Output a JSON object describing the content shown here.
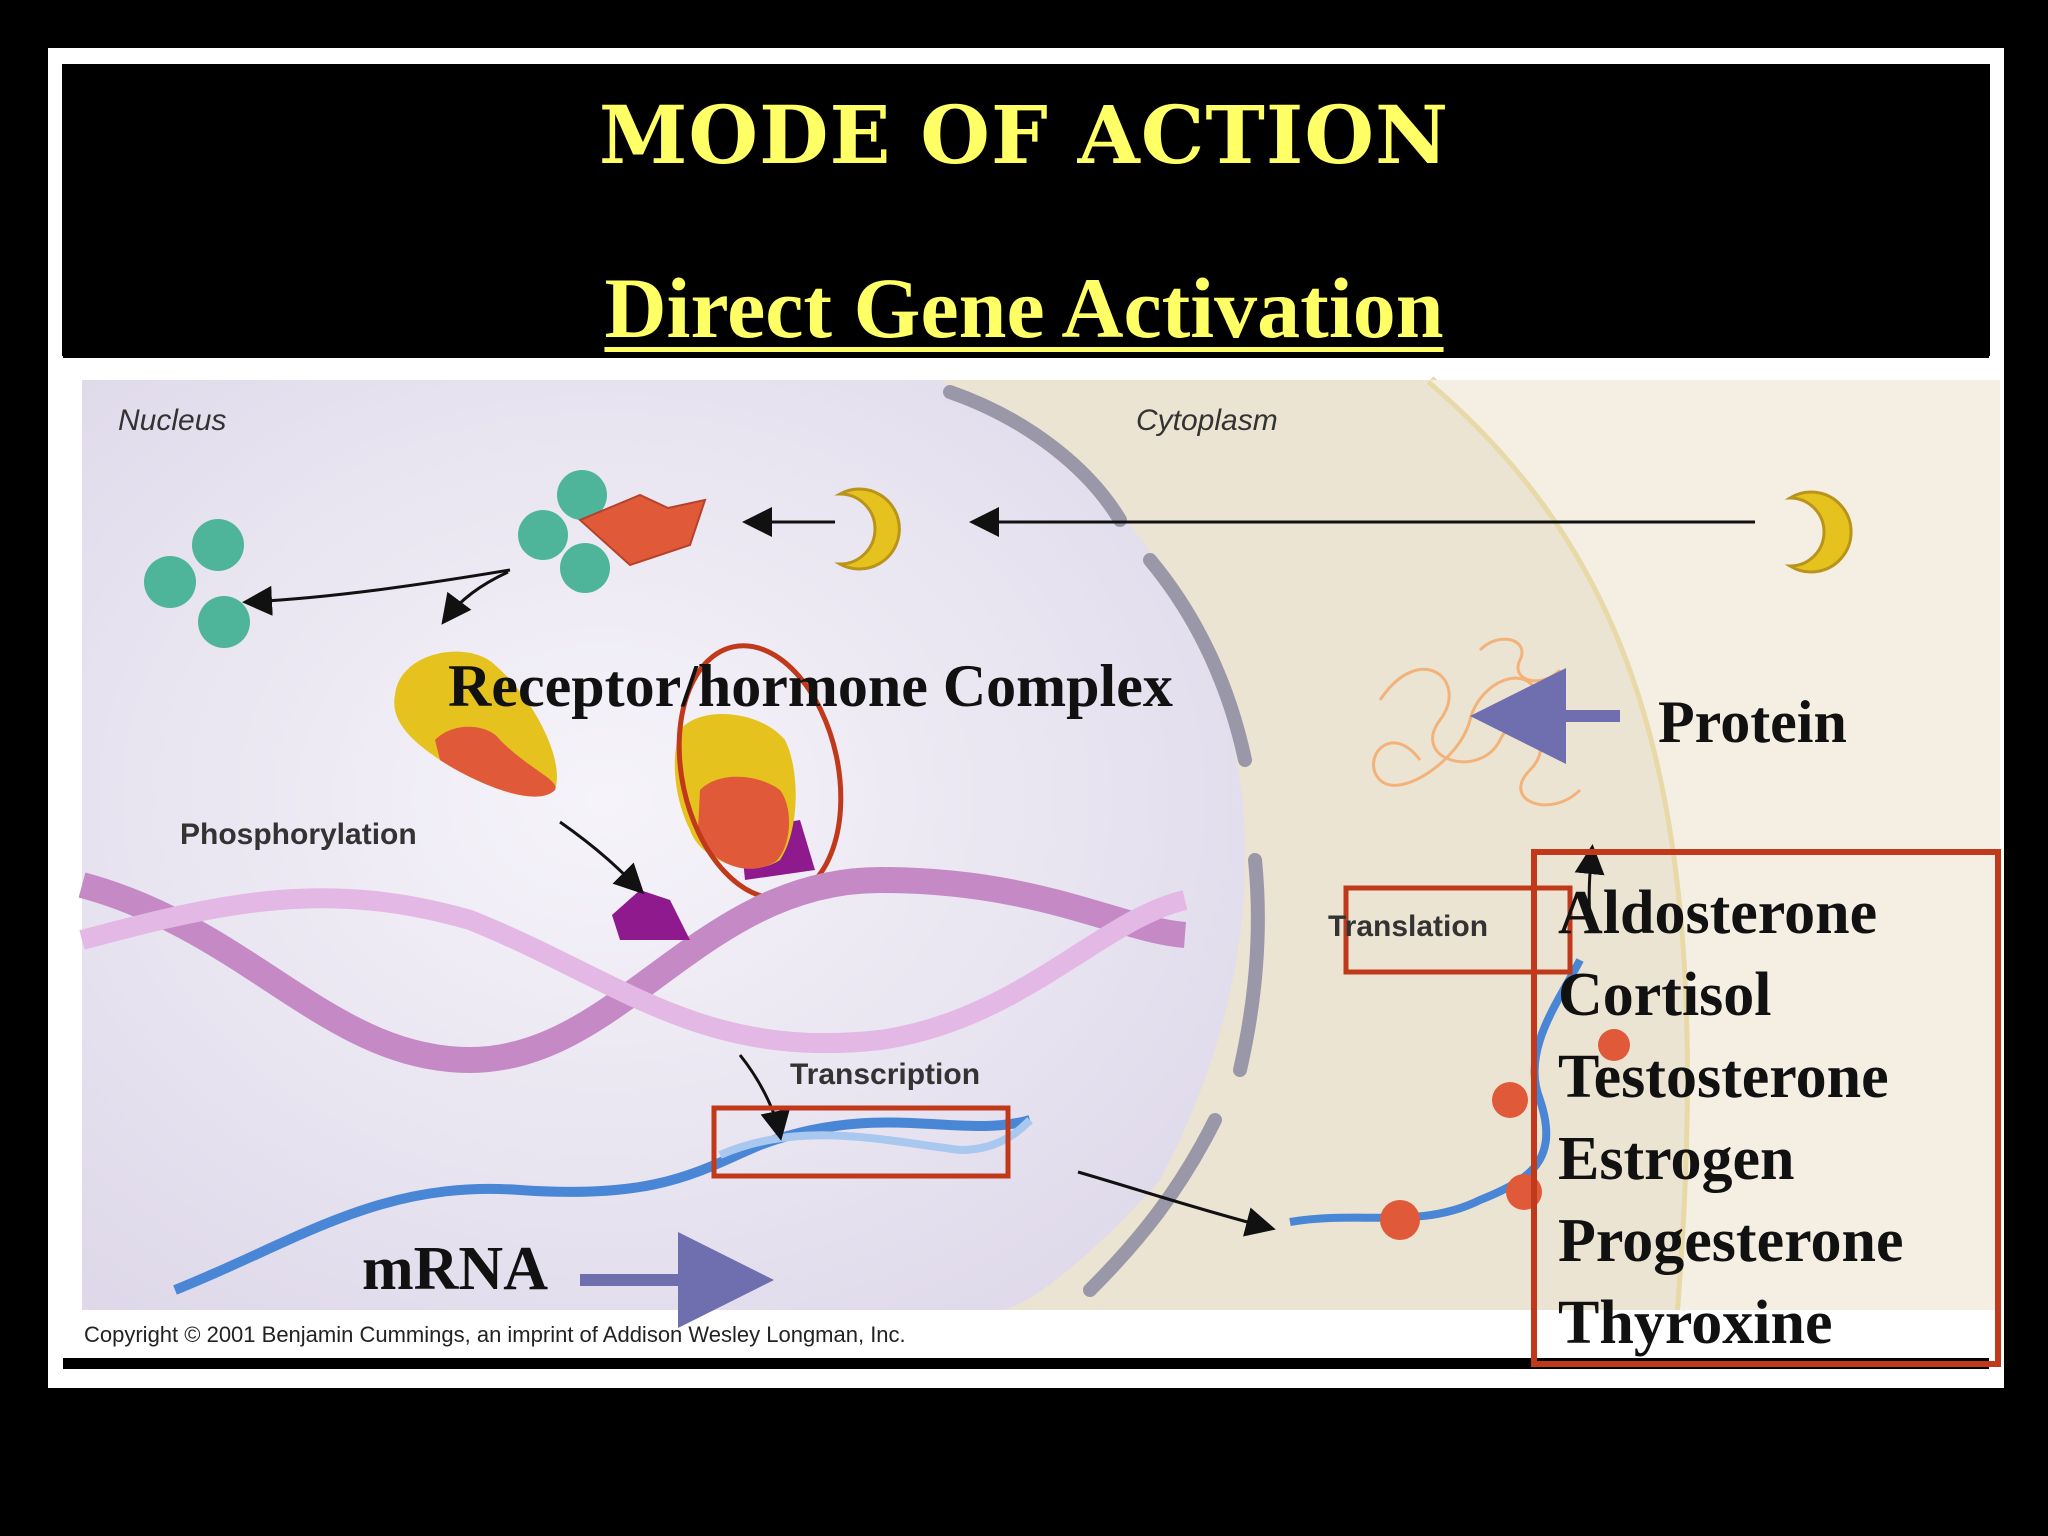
{
  "slide": {
    "title": "MODE OF ACTION",
    "subtitle": "Direct Gene Activation"
  },
  "diagram": {
    "region_labels": {
      "nucleus": "Nucleus",
      "cytoplasm": "Cytoplasm"
    },
    "process_labels": {
      "phosphorylation": "Phosphorylation",
      "transcription": "Transcription",
      "translation": "Translation"
    },
    "callouts": {
      "receptor_complex": "Receptor/hormone Complex",
      "protein": "Protein",
      "mrna": "mRNA"
    },
    "hormones": [
      "Aldosterone",
      "Cortisol",
      "Testosterone",
      "Estrogen",
      "Progesterone",
      "Thyroxine"
    ],
    "copyright": "Copyright © 2001 Benjamin Cummings, an imprint of Addison Wesley Longman, Inc."
  },
  "colors": {
    "title_yellow": "#ffff66",
    "highlight_red": "#c0391b",
    "pointer_arrow": "#6f6fb0",
    "hormone_yellow": "#e6c21f",
    "receptor_orange": "#e05a3a",
    "chaperone_teal": "#4fb59a",
    "dna_pink": "#d9a0d9",
    "mrna_blue": "#4a86d6"
  }
}
